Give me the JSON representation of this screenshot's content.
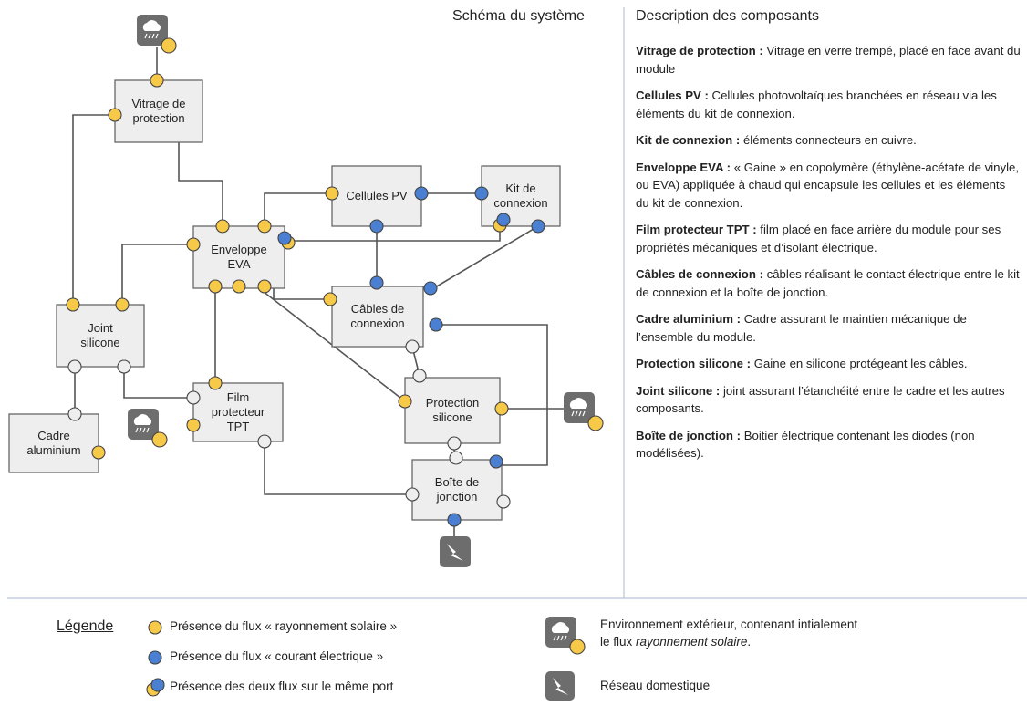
{
  "diagram_title": "Schéma du système",
  "components_title": "Description des composants",
  "nodes": {
    "vitrage": [
      "Vitrage de",
      "protection"
    ],
    "cellules": [
      "Cellules PV"
    ],
    "kit": [
      "Kit de",
      "connexion"
    ],
    "eva": [
      "Enveloppe",
      "EVA"
    ],
    "cables": [
      "Câbles de",
      "connexion"
    ],
    "joint": [
      "Joint",
      "silicone"
    ],
    "film": [
      "Film",
      "protecteur",
      "TPT"
    ],
    "protection": [
      "Protection",
      "silicone"
    ],
    "cadre": [
      "Cadre",
      "aluminium"
    ],
    "boite": [
      "Boîte de",
      "jonction"
    ]
  },
  "descriptions": [
    {
      "name": "Vitrage de protection :",
      "text": "Vitrage  en verre trempé, placé en face avant du module"
    },
    {
      "name": "Cellules PV :",
      "text": "Cellules photovoltaïques branchées en réseau via les éléments du kit de connexion."
    },
    {
      "name": "Kit de connexion :",
      "text": "éléments connecteurs en cuivre."
    },
    {
      "name": "Enveloppe EVA :",
      "text": "« Gaine » en copolymère (éthylène-acétate de vinyle, ou EVA)  appliquée à chaud qui encapsule les cellules et les éléments du kit de connexion."
    },
    {
      "name": "Film protecteur TPT  :",
      "text": "film placé en face arrière du module pour ses propriétés mécaniques et d’isolant électrique."
    },
    {
      "name": "Câbles de connexion :",
      "text": "câbles réalisant le contact électrique entre le kit de connexion et la boîte de jonction."
    },
    {
      "name": "Cadre aluminium  :",
      "text": "Cadre assurant le maintien mécanique de l’ensemble du module."
    },
    {
      "name": "Protection silicone :",
      "text": "Gaine en silicone protégeant les câbles."
    },
    {
      "name": "Joint silicone :",
      "text": "joint assurant l’étanchéité entre le cadre et les autres composants."
    },
    {
      "name": "Boîte de jonction :",
      "text": "Boitier électrique contenant les diodes (non modélisées)."
    }
  ],
  "legend": {
    "title": "Légende",
    "solar_flux": "Présence du flux « rayonnement solaire »",
    "electric_flux": "Présence du flux « courant électrique »",
    "both_flux": "Présence des deux flux sur le même port",
    "environment_line1": "Environnement extérieur, contenant intialement",
    "environment_line2_prefix": "le flux ",
    "environment_line2_italic": "rayonnement solaire",
    "environment_line2_suffix": ".",
    "network": "Réseau domestique"
  },
  "colors": {
    "solar": "#f7c948",
    "electric": "#4a7fd1",
    "empty_port": "#eeeeee",
    "box_fill": "#eeeeee",
    "box_stroke": "#666666",
    "icon_fill": "#6d6d6d",
    "line": "#555555",
    "separator": "#b8c4dc"
  },
  "icons": {
    "environment": "rain-cloud-icon",
    "network": "lightning-icon"
  }
}
